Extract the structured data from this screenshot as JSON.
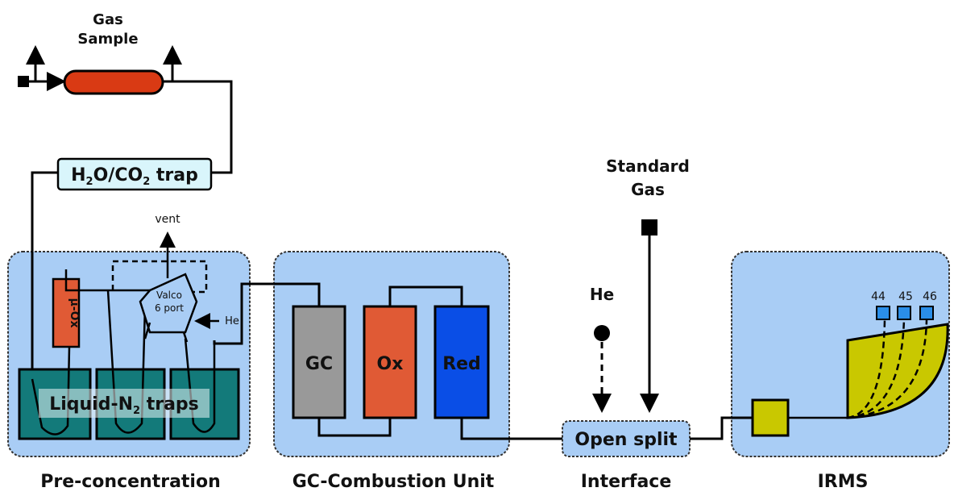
{
  "labels": {
    "gas_sample": [
      "Gas",
      "Sample"
    ],
    "h2o_co2_trap": {
      "h": "H",
      "sub2a": "2",
      "o_co": "O/CO",
      "sub2b": "2",
      "trap": " trap"
    },
    "vent": "vent",
    "valco": [
      "Valco",
      "6 port"
    ],
    "he_small": "He",
    "mu_ox": "μ-Ox",
    "liquid_n2": {
      "a": "Liquid-N",
      "sub": "2",
      "b": " traps"
    },
    "gc": "GC",
    "ox": "Ox",
    "red": "Red",
    "he": "He",
    "standard_gas": [
      "Standard",
      "Gas"
    ],
    "open_split": "Open split",
    "masses": [
      "44",
      "45",
      "46"
    ]
  },
  "sections": {
    "preconcentration": "Pre-concentration",
    "gc_combustion": "GC-Combustion Unit",
    "interface": "Interface",
    "irms": "IRMS"
  },
  "colors": {
    "panel_fill": "#a9cdf5",
    "trap_fill": "#d9f5fb",
    "sample_fill": "#d93a14",
    "gc_fill": "#999999",
    "ox_fill": "#e05a35",
    "red_fill": "#0a4ee6",
    "n2_fill": "#137a7a",
    "magnet_fill": "#c9c800",
    "collector_fill": "#2a8ee8"
  }
}
